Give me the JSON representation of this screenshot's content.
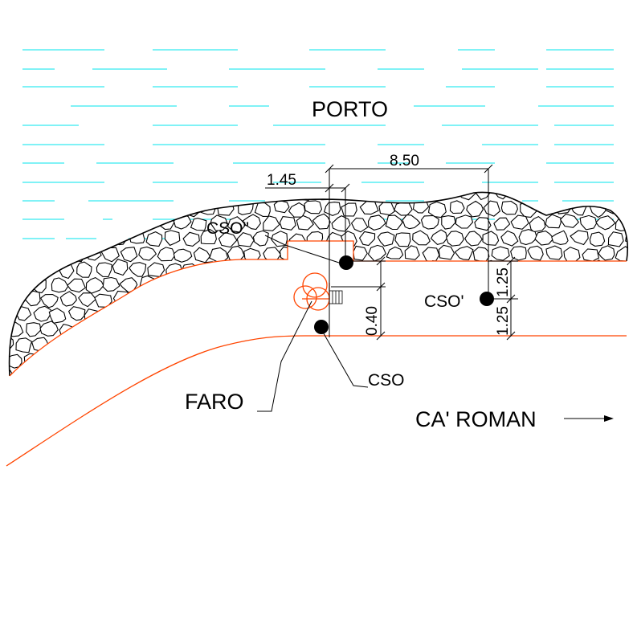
{
  "labels": {
    "porto": "PORTO",
    "ca_roman": "CA' ROMAN",
    "faro": "FARO",
    "cso": "CSO",
    "cso_prime": "CSO'",
    "cso_double_prime": "CSO\""
  },
  "dimensions": {
    "d_8_50": "8.50",
    "d_1_45": "1.45",
    "d_0_40": "0.40",
    "d_1_25_upper": "1.25",
    "d_1_25_lower": "1.25"
  },
  "colors": {
    "water": "#00e5ee",
    "shore": "#ff4500",
    "ink": "#000000"
  }
}
